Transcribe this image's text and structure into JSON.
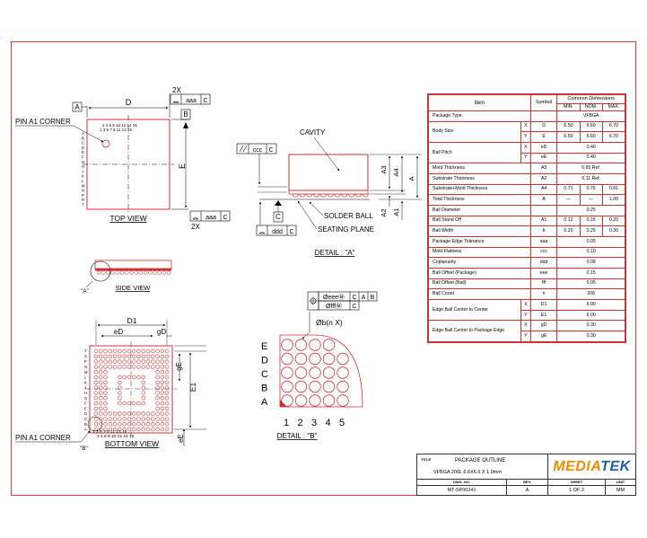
{
  "drawing": {
    "top_view": {
      "pin_a1_label": "PIN A1 CORNER",
      "dim_d": "D",
      "dim_e": "E",
      "datum_a": "A",
      "datum_b": "B",
      "two_x_top": "2X",
      "two_x_bottom": "2X",
      "tol_top": [
        "aaa",
        "C"
      ],
      "tol_bottom": [
        "aaa",
        "C"
      ],
      "col_numbers": "2 4 6 8 10 12 14 16",
      "col_numbers_odd": "1 3 5 7 9 11 13 15",
      "row_letters": [
        "A",
        "B",
        "C",
        "D",
        "E",
        "F",
        "G",
        "H",
        "J",
        "K",
        "L",
        "M",
        "N",
        "P",
        "R",
        "T"
      ],
      "caption": "TOP VIEW"
    },
    "detail_a": {
      "cavity": "CAVITY",
      "tol_ccc": [
        "ccc",
        "C"
      ],
      "tol_ddd": [
        "ddd",
        "C"
      ],
      "datum_c": "C",
      "a_labels": [
        "A3",
        "A4",
        "A",
        "A2",
        "A1"
      ],
      "solder_ball": "SOLDER BALL",
      "seating_plane": "SEATING PLANE",
      "caption": "DETAIL : \"A\""
    },
    "side_view": {
      "ref": "\"A\"",
      "caption": "SIDE VIEW"
    },
    "bottom_view": {
      "dim_d1": "D1",
      "dim_ed": "eD",
      "dim_gd": "gD",
      "dim_ge": "gE",
      "dim_e1": "E1",
      "dim_ee": "eE",
      "pin_a1_label": "PIN A1 CORNER",
      "ref_b": "\"B\"",
      "col_numbers": "1 3 5 7 9 11 13 15",
      "col_numbers_even": "2 4 6 8 10 12 14 16",
      "caption": "BOTTOM VIEW"
    },
    "detail_b": {
      "tol_eee": [
        "ØeeeⓂ",
        "C",
        "A",
        "B"
      ],
      "tol_fff": [
        "ØfffⓂ",
        "C"
      ],
      "ball_dim": "Øb(n X)",
      "rows": [
        "E",
        "D",
        "C",
        "B",
        "A"
      ],
      "cols": [
        "1",
        "2",
        "3",
        "4",
        "5"
      ],
      "caption": "DETAIL : \"B\""
    }
  },
  "dimensions_table": {
    "header": {
      "item": "Item",
      "symbol": "Symbol",
      "common": "Common Dimensions",
      "min": "MIN.",
      "nom": "NOM.",
      "max": "MAX."
    },
    "rows": [
      {
        "item": "Package Type",
        "xy": "",
        "symbol": "",
        "min": "",
        "nom": "VFBGA",
        "max": "",
        "span": true
      },
      {
        "item": "Body Size",
        "xy": "X",
        "symbol": "D",
        "min": "6.50",
        "nom": "6.60",
        "max": "6.70"
      },
      {
        "item": "",
        "xy": "Y",
        "symbol": "E",
        "min": "6.50",
        "nom": "6.60",
        "max": "6.70"
      },
      {
        "item": "Ball Pitch",
        "xy": "X",
        "symbol": "eD",
        "min": "",
        "nom": "0.40",
        "max": "",
        "span": true
      },
      {
        "item": "",
        "xy": "Y",
        "symbol": "eE",
        "min": "",
        "nom": "0.40",
        "max": "",
        "span": true
      },
      {
        "item": "Mold Thickness",
        "xy": "",
        "symbol": "A3",
        "min": "",
        "nom": "0.65 Ref.",
        "max": "",
        "span": true
      },
      {
        "item": "Substrate Thickness",
        "xy": "",
        "symbol": "A2",
        "min": "",
        "nom": "0.11 Ref.",
        "max": "",
        "span": true
      },
      {
        "item": "Substrate+Mold Thickness",
        "xy": "",
        "symbol": "A4",
        "min": "0.71",
        "nom": "0.76",
        "max": "0.81"
      },
      {
        "item": "Total Thickness",
        "xy": "",
        "symbol": "A",
        "min": "—",
        "nom": "—",
        "max": "1.00"
      },
      {
        "item": "Ball Diameter",
        "xy": "",
        "symbol": "",
        "min": "",
        "nom": "0.25",
        "max": "",
        "span": true
      },
      {
        "item": "Ball Stand Off",
        "xy": "",
        "symbol": "A1",
        "min": "0.12",
        "nom": "0.16",
        "max": "0.20"
      },
      {
        "item": "Ball Width",
        "xy": "",
        "symbol": "b",
        "min": "0.20",
        "nom": "0.25",
        "max": "0.30"
      },
      {
        "item": "Package Edge Tolerance",
        "xy": "",
        "symbol": "aaa",
        "min": "",
        "nom": "0.05",
        "max": "",
        "span": true
      },
      {
        "item": "Mold Flatness",
        "xy": "",
        "symbol": "ccc",
        "min": "",
        "nom": "0.10",
        "max": "",
        "span": true
      },
      {
        "item": "Coplanarity",
        "xy": "",
        "symbol": "ddd",
        "min": "",
        "nom": "0.08",
        "max": "",
        "span": true
      },
      {
        "item": "Ball Offset (Package)",
        "xy": "",
        "symbol": "eee",
        "min": "",
        "nom": "0.15",
        "max": "",
        "span": true
      },
      {
        "item": "Ball Offset (Ball)",
        "xy": "",
        "symbol": "fff",
        "min": "",
        "nom": "0.05",
        "max": "",
        "span": true
      },
      {
        "item": "Ball Count",
        "xy": "",
        "symbol": "n",
        "min": "",
        "nom": "206",
        "max": "",
        "span": true
      },
      {
        "item": "Edge Ball Center to Center",
        "xy": "X",
        "symbol": "D1",
        "min": "",
        "nom": "6.00",
        "max": "",
        "span": true
      },
      {
        "item": "",
        "xy": "Y",
        "symbol": "E1",
        "min": "",
        "nom": "6.00",
        "max": "",
        "span": true
      },
      {
        "item": "Edge Ball Center to Package Edge",
        "xy": "X",
        "symbol": "gD",
        "min": "",
        "nom": "0.30",
        "max": "",
        "span": true
      },
      {
        "item": "",
        "xy": "Y",
        "symbol": "gE",
        "min": "",
        "nom": "0.30",
        "max": "",
        "span": true
      }
    ]
  },
  "title_block": {
    "title_label": "TITLE",
    "title": "PACKAGE OUTLINE",
    "subtitle": "VFBGA 206L  6.6X6.6 X 1.0mm",
    "logo": "MEDIATEK",
    "dwg_label": "DWG. NO.",
    "rev_label": "REV.",
    "sheet_label": "SHEET",
    "unit_label": "UNIT",
    "dwg_no": "MT-SP00241",
    "rev": "A",
    "sheet": "1  OF  2",
    "unit": "MM"
  },
  "colors": {
    "frame": "#e23a3a",
    "ball": "#d03030",
    "logo_orange": "#f08c00",
    "logo_blue": "#1f5fa8"
  }
}
